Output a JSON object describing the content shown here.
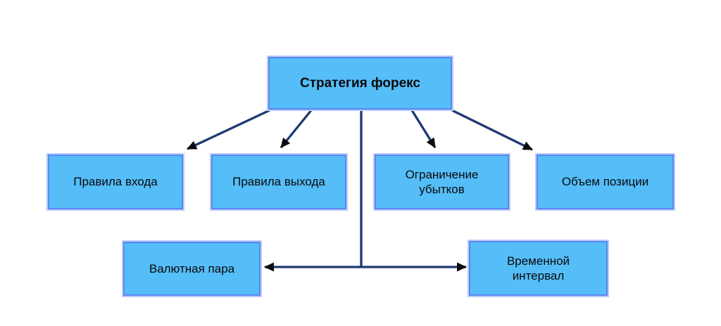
{
  "diagram": {
    "root": {
      "id": "strategy",
      "label": "Стратегия форекс"
    },
    "nodes": [
      {
        "id": "entry-rules",
        "label": "Правила входа"
      },
      {
        "id": "exit-rules",
        "label": "Правила выхода"
      },
      {
        "id": "loss-limit",
        "label": "Ограничение убытков"
      },
      {
        "id": "position-size",
        "label": "Объем позиции"
      },
      {
        "id": "currency-pair",
        "label": "Валютная пара"
      },
      {
        "id": "time-interval",
        "label": "Временной интервал"
      }
    ],
    "connections": [
      {
        "from": "strategy",
        "to": "entry-rules",
        "style": "arrow"
      },
      {
        "from": "strategy",
        "to": "exit-rules",
        "style": "arrow"
      },
      {
        "from": "strategy",
        "to": "loss-limit",
        "style": "arrow"
      },
      {
        "from": "strategy",
        "to": "position-size",
        "style": "arrow"
      },
      {
        "from": "strategy",
        "to": "currency-pair",
        "style": "arrow"
      },
      {
        "from": "strategy",
        "to": "time-interval",
        "style": "arrow"
      }
    ],
    "colors": {
      "canvas_bg": "#ffffff",
      "node_fill": "#55bdf8",
      "node_border": "#5c85f0",
      "node_halo": "#b8ccf9",
      "connector_color": "#1e3a72",
      "arrowhead_color": "#0b0c10",
      "text_color": "#0a0a0a"
    }
  }
}
